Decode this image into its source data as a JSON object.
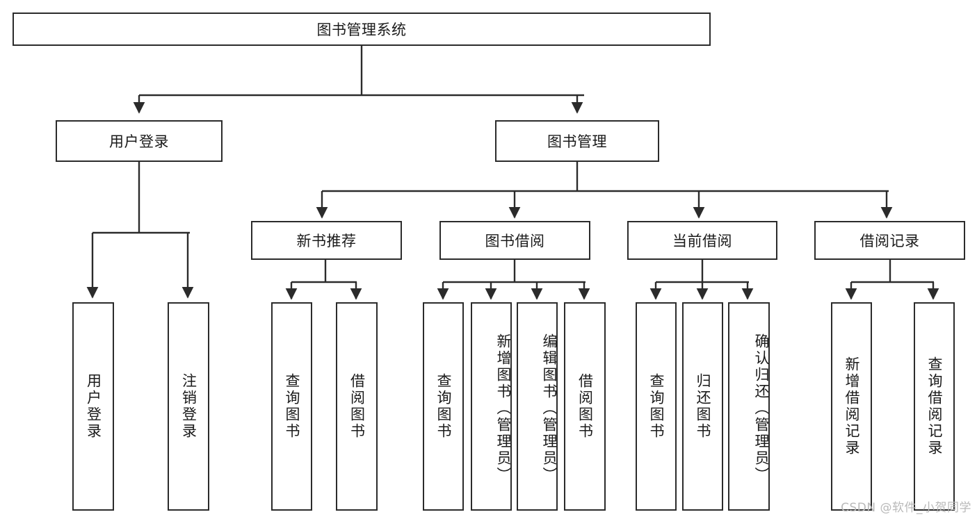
{
  "diagram": {
    "title": "图书管理系统",
    "type": "tree-hierarchy-diagram",
    "watermark": "CSDN @软件_小贺同学",
    "colors": {
      "stroke": "#2b2b2b",
      "fill": "#ffffff",
      "text": "#1a1a1a",
      "watermark": "#b9b9b9"
    },
    "levels": {
      "root": {
        "label": "图书管理系统"
      },
      "level2": [
        {
          "label": "用户登录"
        },
        {
          "label": "图书管理"
        }
      ],
      "level3": [
        {
          "label": "新书推荐"
        },
        {
          "label": "图书借阅"
        },
        {
          "label": "当前借阅"
        },
        {
          "label": "借阅记录"
        }
      ],
      "leaves": {
        "user_login": [
          {
            "label": "用户登录"
          },
          {
            "label": "注销登录"
          }
        ],
        "new_book_recommend": [
          {
            "label": "查询图书"
          },
          {
            "label": "借阅图书"
          }
        ],
        "book_borrow": [
          {
            "label": "查询图书"
          },
          {
            "label": "新增图书（管理员）"
          },
          {
            "label": "编辑图书（管理员）"
          },
          {
            "label": "借阅图书"
          }
        ],
        "current_borrow": [
          {
            "label": "查询图书"
          },
          {
            "label": "归还图书"
          },
          {
            "label": "确认归还（管理员）"
          }
        ],
        "borrow_record": [
          {
            "label": "新增借阅记录"
          },
          {
            "label": "查询借阅记录"
          }
        ]
      }
    }
  }
}
